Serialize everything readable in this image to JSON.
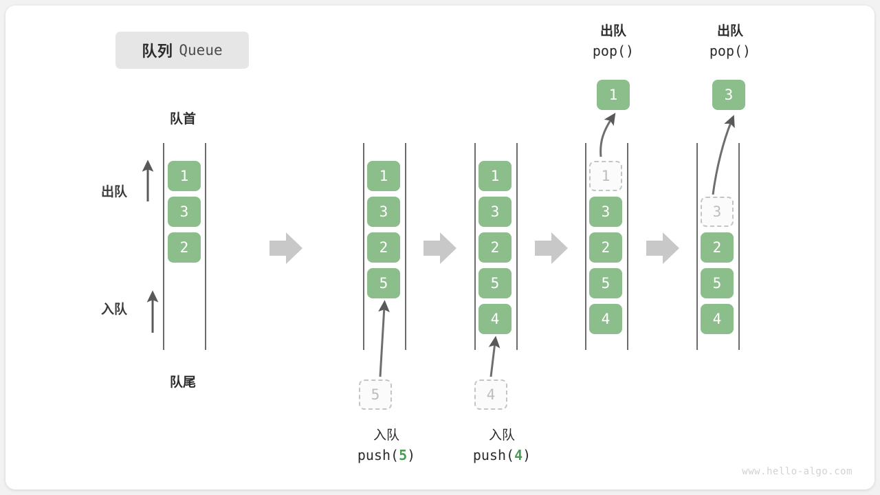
{
  "title": {
    "cn": "队列",
    "en": "Queue"
  },
  "labels": {
    "head": "队首",
    "tail": "队尾",
    "dequeue": "出队",
    "enqueue": "入队"
  },
  "watermark": "www.hello-algo.com",
  "colors": {
    "cell_green": "#8cbe8c",
    "cell_text": "#ffffff",
    "ghost_border": "#c4c4c4",
    "ghost_text": "#bdbdbd",
    "rail": "#6b6b6b",
    "step_arrow": "#c8c8c8",
    "badge_bg": "#e6e6e6",
    "code_accent": "#4a9b58"
  },
  "columns": [
    {
      "name": "initial-queue",
      "head_label": "队首",
      "tail_label": "队尾",
      "side_ops": [
        {
          "label": "出队",
          "arrow": "up"
        },
        {
          "label": "入队",
          "arrow": "up"
        }
      ],
      "cells": [
        {
          "value": "1",
          "state": "filled"
        },
        {
          "value": "3",
          "state": "filled"
        },
        {
          "value": "2",
          "state": "filled"
        }
      ]
    },
    {
      "name": "after-push-5",
      "cells": [
        {
          "value": "1",
          "state": "filled"
        },
        {
          "value": "3",
          "state": "filled"
        },
        {
          "value": "2",
          "state": "filled"
        },
        {
          "value": "5",
          "state": "filled"
        }
      ],
      "incoming": {
        "value": "5",
        "state": "ghost"
      },
      "caption": {
        "cn": "入队",
        "code_prefix": "push(",
        "code_num": "5",
        "code_suffix": ")"
      }
    },
    {
      "name": "after-push-4",
      "cells": [
        {
          "value": "1",
          "state": "filled"
        },
        {
          "value": "3",
          "state": "filled"
        },
        {
          "value": "2",
          "state": "filled"
        },
        {
          "value": "5",
          "state": "filled"
        },
        {
          "value": "4",
          "state": "filled"
        }
      ],
      "incoming": {
        "value": "4",
        "state": "ghost"
      },
      "caption": {
        "cn": "入队",
        "code_prefix": "push(",
        "code_num": "4",
        "code_suffix": ")"
      }
    },
    {
      "name": "after-pop-1",
      "cells": [
        {
          "value": "1",
          "state": "ghost"
        },
        {
          "value": "3",
          "state": "filled"
        },
        {
          "value": "2",
          "state": "filled"
        },
        {
          "value": "5",
          "state": "filled"
        },
        {
          "value": "4",
          "state": "filled"
        }
      ],
      "popped": {
        "value": "1",
        "state": "filled"
      },
      "top_caption": {
        "cn": "出队",
        "code": "pop()"
      }
    },
    {
      "name": "after-pop-3",
      "cells": [
        {
          "value": "",
          "state": "empty"
        },
        {
          "value": "3",
          "state": "ghost"
        },
        {
          "value": "2",
          "state": "filled"
        },
        {
          "value": "5",
          "state": "filled"
        },
        {
          "value": "4",
          "state": "filled"
        }
      ],
      "popped": {
        "value": "3",
        "state": "filled"
      },
      "top_caption": {
        "cn": "出队",
        "code": "pop()"
      }
    }
  ],
  "step_arrows": [
    {
      "name": "step-arrow-1"
    },
    {
      "name": "step-arrow-2"
    },
    {
      "name": "step-arrow-3"
    },
    {
      "name": "step-arrow-4"
    }
  ]
}
